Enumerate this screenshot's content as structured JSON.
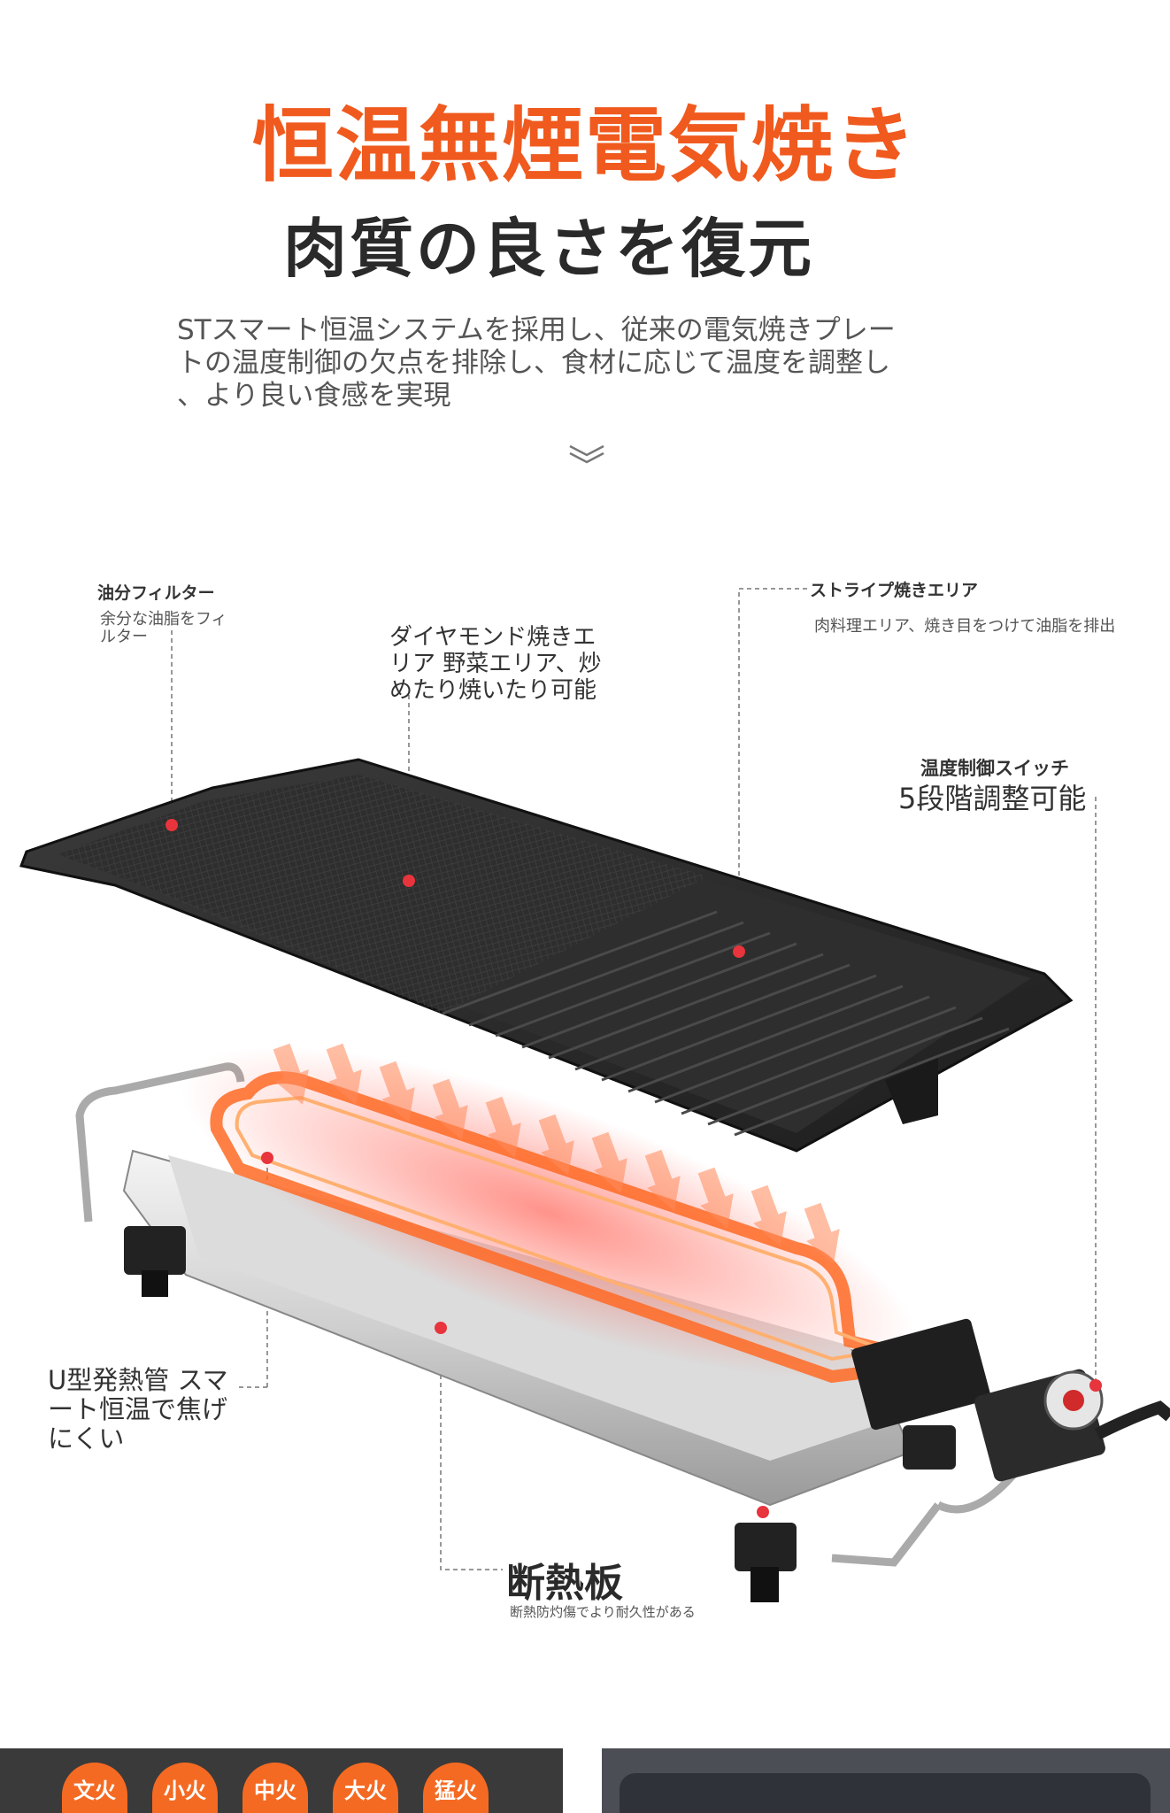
{
  "header": {
    "title": "恒温無煙電気焼き",
    "subtitle": "肉質の良さを復元",
    "intro": "STスマート恒温システムを採用し、従来の電気焼きプレー\nトの温度制御の欠点を排除し、食材に応じて温度を調整し\n、より良い食感を実現"
  },
  "labels": {
    "oil_filter_title": "油分フィルター",
    "oil_filter_desc": "余分な油脂をフィ\nルター",
    "diamond_desc": "ダイヤモンド焼きエ\nリア 野菜エリア、炒\nめたり焼いたり可能",
    "stripe_title": "ストライプ焼きエリア",
    "stripe_desc": "肉料理エリア、焼き目をつけて油脂を排出",
    "switch_title": "温度制御スイッチ",
    "switch_desc": "5段階調整可能",
    "heater_desc": "U型発熱管 スマ\nート恒温で焦げ\nにくい",
    "insulation_title": "断熱板",
    "insulation_desc": "断熱防灼傷でより耐久性がある"
  },
  "heat_levels": [
    "文火",
    "小火",
    "中火",
    "大火",
    "猛火"
  ],
  "colors": {
    "accent": "#f05a1e",
    "marker": "#e8343c"
  },
  "icons": {
    "scroll": "double-chevron-down-icon"
  }
}
